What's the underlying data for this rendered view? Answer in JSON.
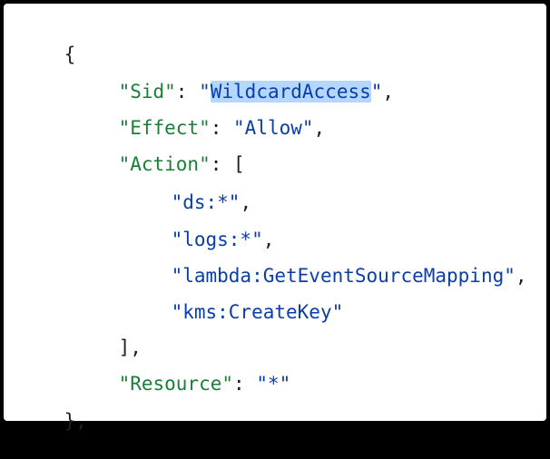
{
  "colors": {
    "key": "#1a7f37",
    "value": "#0b3ea8",
    "punctuation": "#1f1f1f",
    "selection": "#b4d7ff",
    "frame": "#000000",
    "panel": "#ffffff"
  },
  "code": {
    "open_brace": "{",
    "sid": {
      "key": "\"Sid\"",
      "sep": ": ",
      "quote_open": "\"",
      "value_selected": "WildcardAccess",
      "quote_close": "\"",
      "trail": ","
    },
    "effect": {
      "key": "\"Effect\"",
      "sep": ": ",
      "value": "\"Allow\"",
      "trail": ","
    },
    "action": {
      "key": "\"Action\"",
      "sep": ": ",
      "open": "["
    },
    "action_items": [
      {
        "value": "\"ds:*\"",
        "trail": ","
      },
      {
        "value": "\"logs:*\"",
        "trail": ","
      },
      {
        "value": "\"lambda:GetEventSourceMapping\"",
        "trail": ","
      },
      {
        "value": "\"kms:CreateKey\"",
        "trail": ""
      }
    ],
    "action_close": "],",
    "resource": {
      "key": "\"Resource\"",
      "sep": ": ",
      "value": "\"*\""
    },
    "close_brace": "},"
  }
}
